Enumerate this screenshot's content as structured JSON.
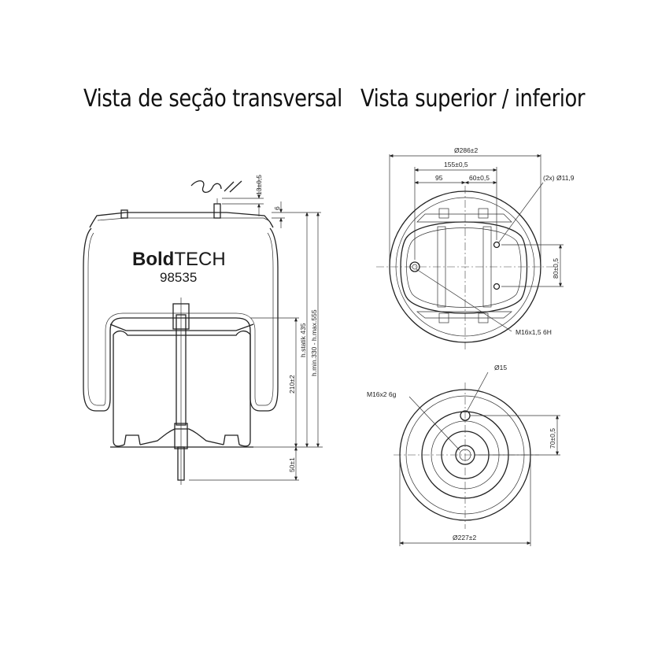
{
  "titles": {
    "section_view": "Vista de seção transversal",
    "top_bottom_view": "Vista superior / inferior"
  },
  "brand": {
    "bold": "Bold",
    "light": "TECH",
    "part_number": "98535"
  },
  "section_dimensions": {
    "top_pin_height": "13±0,5",
    "plate_thickness": "6",
    "static_height": "h.statik 435",
    "height_range": "h.min.330 - h.max.555",
    "piston_height": "210±2",
    "bolt_length": "50±1"
  },
  "top_dimensions": {
    "outer_diameter": "Ø286±2",
    "bolt_spacing": "155±0,5",
    "offset_95": "95",
    "offset_60": "60±0,5",
    "hole_spec": "(2x) Ø11,9",
    "hole_vertical": "80±0,5",
    "thread_spec": "M16x1,5 6H"
  },
  "bottom_dimensions": {
    "hole_diameter": "Ø15",
    "thread_spec": "M16x2 6g",
    "offset": "70±0,5",
    "base_diameter": "Ø227±2"
  }
}
